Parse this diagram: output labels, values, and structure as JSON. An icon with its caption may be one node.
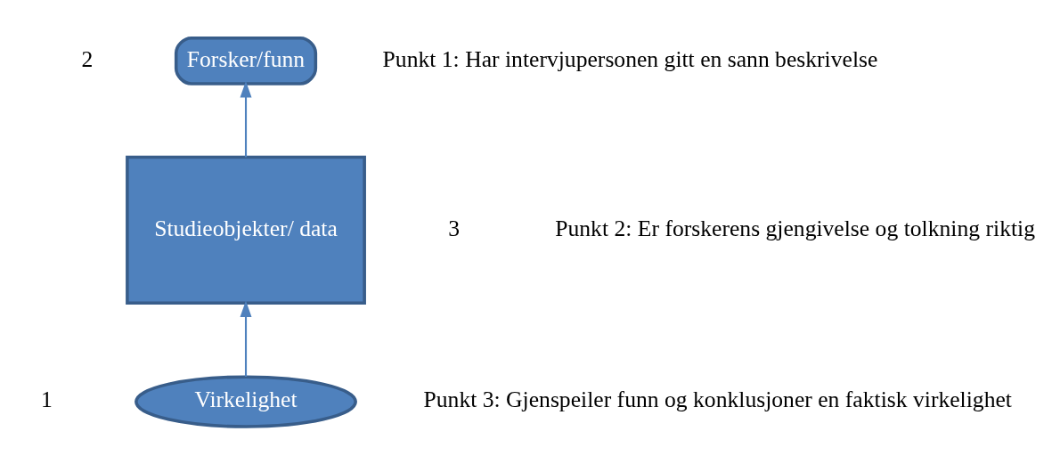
{
  "diagram": {
    "nodes": [
      {
        "text": [
          "Forsker/funn"
        ]
      },
      {
        "text": [
          "Studieobjekter/ data"
        ]
      },
      {
        "text": [
          "Virkelighet"
        ]
      }
    ],
    "edges": [
      {
        "from": 2,
        "to": 1,
        "arrow": "to"
      },
      {
        "from": 1,
        "to": 0,
        "arrow": "to"
      }
    ],
    "labels": [
      "2",
      "Punkt 1: Har intervjupersonen gitt en sann beskrivelse",
      "3",
      "Punkt 2: Er forskerens gjengivelse og tolkning riktig",
      "1",
      "Punkt 3: Gjenspeiler funn og konklusjoner en faktisk virkelighet"
    ]
  }
}
